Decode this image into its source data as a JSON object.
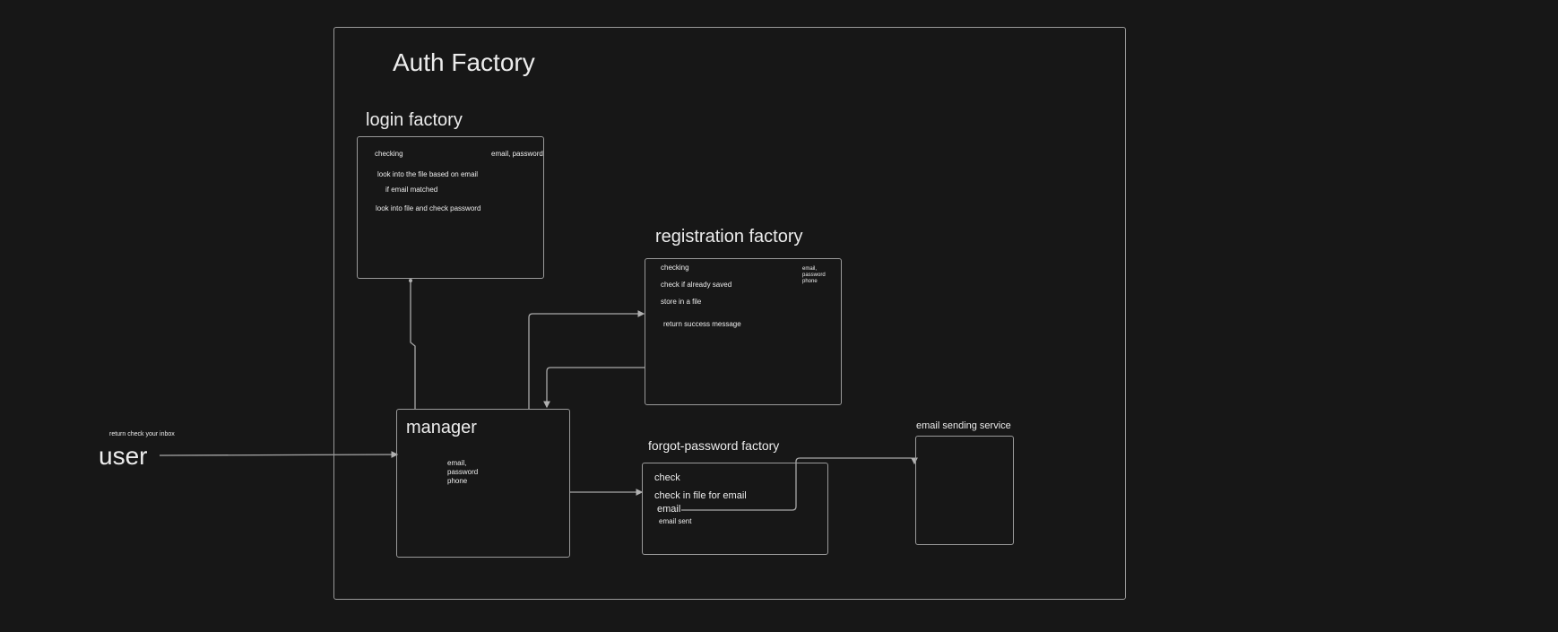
{
  "auth_factory": {
    "title": "Auth Factory"
  },
  "login": {
    "title": "login factory",
    "checking": "checking",
    "inputs": "email, password",
    "step1": "look into the file based on email",
    "step2": "if email matched",
    "step3": "look into file and check password"
  },
  "registration": {
    "title": "registration factory",
    "checking": "checking",
    "inputs": "email,\npassword\nphone",
    "step1": "check if already saved",
    "step2": "store in a file",
    "step3": "return success message"
  },
  "manager": {
    "title": "manager",
    "inputs": "email,\npassword\nphone"
  },
  "forgot": {
    "title": "forgot-password factory",
    "check": "check",
    "step1": "check in file for email",
    "email": "email",
    "sent": "email sent"
  },
  "email_service": {
    "title": "email sending service"
  },
  "user": {
    "label": "user",
    "return_note": "return check your inbox"
  },
  "colors": {
    "background": "#171717",
    "stroke": "#9a9a9a",
    "text": "#ececec"
  }
}
